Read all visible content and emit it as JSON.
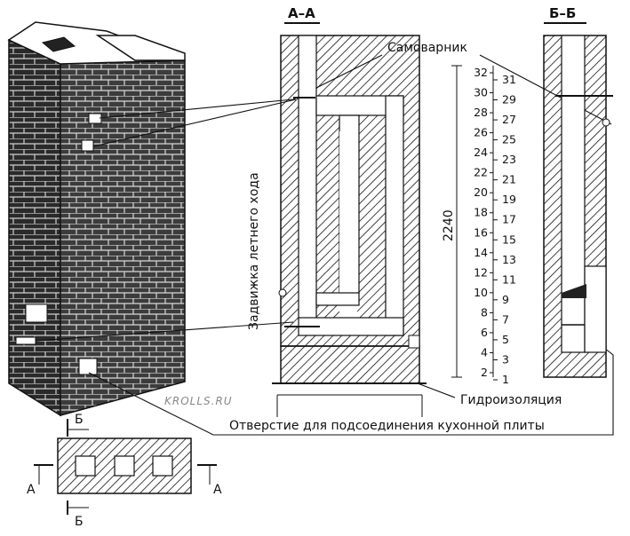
{
  "watermark": "KROLLS.RU",
  "labels": {
    "samovarnik": "Самоварник",
    "zadvizhka": "Задвижка летнего хода",
    "gidroizolyatsiya": "Гидроизоляция",
    "otverstie": "Отверстие для подсоединения кухонной плиты",
    "dimension_height": "2240"
  },
  "sections": {
    "aa": "А–А",
    "bb": "Б–Б"
  },
  "plan_marks": {
    "b_top": "Б",
    "b_bottom": "Б",
    "a_left": "А",
    "a_right": "А"
  },
  "scale_rows_left": [
    "32",
    "30",
    "28",
    "26",
    "24",
    "22",
    "20",
    "18",
    "16",
    "14",
    "12",
    "10",
    "8",
    "6",
    "4",
    "2"
  ],
  "scale_rows_right": [
    "31",
    "29",
    "27",
    "25",
    "23",
    "21",
    "19",
    "17",
    "15",
    "13",
    "11",
    "9",
    "7",
    "5",
    "3",
    "1"
  ]
}
